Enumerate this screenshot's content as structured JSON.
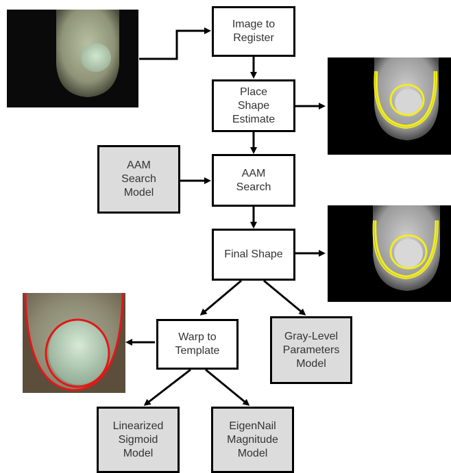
{
  "nodes": {
    "image_to_register": "Image to\nRegister",
    "place_shape_estimate": "Place\nShape\nEstimate",
    "aam_search_model": "AAM\nSearch\nModel",
    "aam_search": "AAM\nSearch",
    "final_shape": "Final Shape",
    "warp_to_template": "Warp to\nTemplate",
    "gray_level_parameters_model": "Gray-Level\nParameters\nModel",
    "linearized_sigmoid_model": "Linearized\nSigmoid\nModel",
    "eigennail_magnitude_model": "EigenNail\nMagnitude\nModel"
  },
  "colors": {
    "outline_yellow": "#f2ee1c",
    "outline_red": "#e01818",
    "model_box_fill": "#dcdcdc"
  }
}
